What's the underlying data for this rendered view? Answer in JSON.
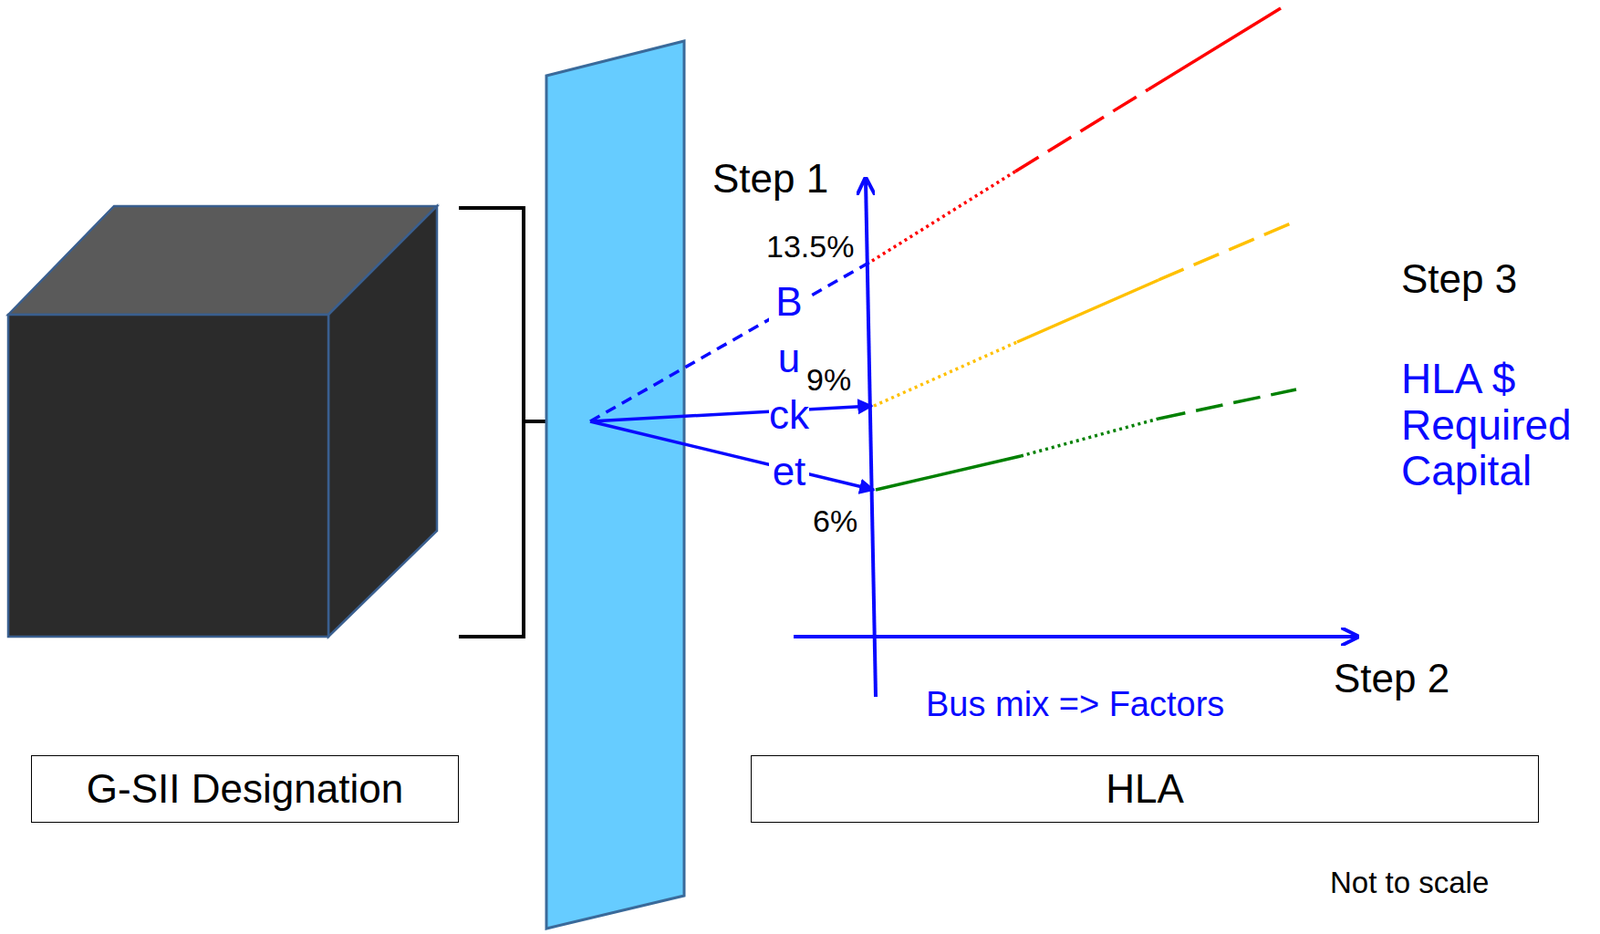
{
  "diagram": {
    "nodes": [
      {
        "text": [
          "G-SII Designation"
        ]
      },
      {
        "text": [
          "HLA"
        ]
      }
    ],
    "edges": [],
    "labels": [
      "Step 1",
      "13.5%",
      "Bucket",
      "9%",
      "6%",
      "Step 3",
      "HLA $ Required Capital",
      "Step 2",
      "Bus mix => Factors",
      "Not to scale"
    ]
  }
}
